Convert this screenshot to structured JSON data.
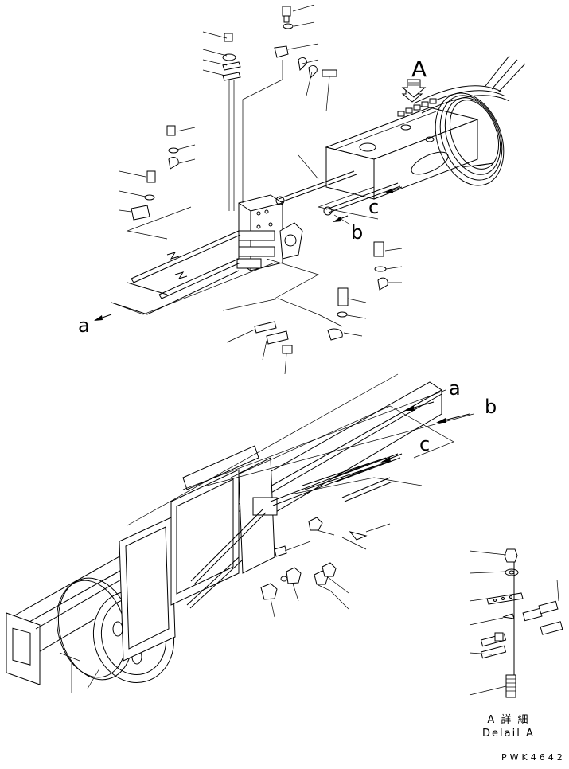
{
  "diagram": {
    "callouts": {
      "view_arrow": "A",
      "upper_a": "a",
      "upper_b": "b",
      "upper_c": "c",
      "lower_a": "a",
      "lower_b": "b",
      "lower_c": "c"
    },
    "detail_caption": {
      "line1": "A 詳 細",
      "line2": "Delail A"
    },
    "drawing_code": "PWK4642"
  }
}
